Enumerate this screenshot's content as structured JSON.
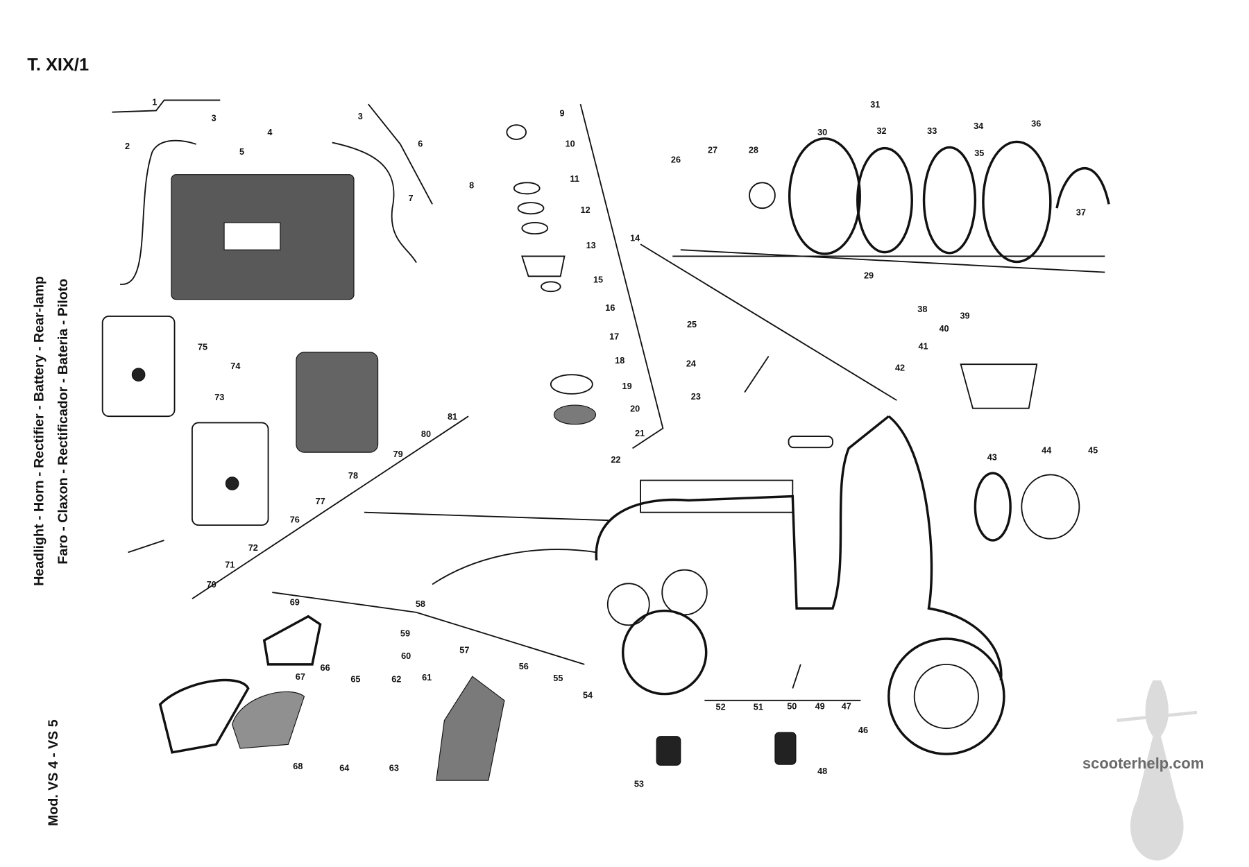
{
  "page": {
    "title": "T. XIX/1",
    "caption_english": "Headlight - Horn - Rectifier - Battery - Rear-lamp",
    "caption_spanish": "Faro - Claxon - Rectificador - Bateria - Piloto",
    "model": "Mod. VS 4 - VS 5",
    "watermark": "scooterhelp.com"
  },
  "part_numbers": [
    "1",
    "2",
    "3",
    "3",
    "4",
    "5",
    "6",
    "7",
    "8",
    "9",
    "10",
    "11",
    "12",
    "13",
    "14",
    "15",
    "16",
    "17",
    "18",
    "19",
    "20",
    "21",
    "22",
    "23",
    "24",
    "25",
    "26",
    "27",
    "28",
    "29",
    "30",
    "31",
    "32",
    "33",
    "34",
    "35",
    "36",
    "37",
    "38",
    "39",
    "40",
    "41",
    "42",
    "43",
    "44",
    "45",
    "46",
    "47",
    "48",
    "49",
    "50",
    "51",
    "52",
    "53",
    "54",
    "55",
    "56",
    "57",
    "58",
    "59",
    "60",
    "61",
    "62",
    "63",
    "64",
    "65",
    "66",
    "67",
    "68",
    "69",
    "70",
    "71",
    "72",
    "73",
    "74",
    "75",
    "76",
    "77",
    "78",
    "79",
    "80",
    "81"
  ]
}
